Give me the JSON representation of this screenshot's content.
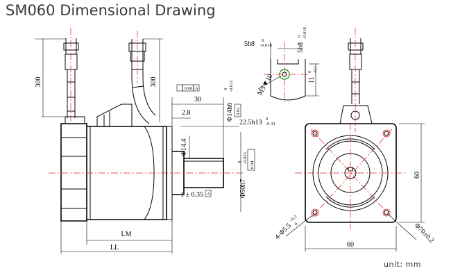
{
  "title": "SM060 Dimensional Drawing",
  "unit": "unit: mm",
  "side_view": {
    "cable_length_left": "300",
    "cable_length_right": "300",
    "length_30": "30",
    "length_2_8": "2.8",
    "shaft_diameter": "Φ14.4",
    "shaft_tol": "Φ14h6",
    "shaft_tol_upper": "0",
    "shaft_tol_lower": "-0.011",
    "key_height": "22.5h13",
    "key_upper": "0",
    "key_lower": "-0.33",
    "spigot": "Φ50h7",
    "spigot_upper": "0",
    "spigot_lower": "-0.025",
    "flange_thickness": "1 ± 0.35",
    "datum_a": "A",
    "gtol_perp": "0.06",
    "gtol_runout": "0.02",
    "gtol_conc": "0.04",
    "lm": "LM",
    "ll": "LL"
  },
  "key_detail": {
    "key_width": "5h8",
    "key_upper": "0",
    "key_lower": "-0.018",
    "key_width_b": "5h8",
    "key_b_upper": "0",
    "key_b_lower": "-0.018",
    "depth": "11",
    "depth_upper": "0",
    "depth_lower": "-0.1",
    "thread": "M5▼10"
  },
  "front_view": {
    "height": "60",
    "width": "60",
    "holes": "4-Φ5.5",
    "holes_upper": "+0.1",
    "holes_lower": "0",
    "pcd": "Φ70±0.2"
  }
}
